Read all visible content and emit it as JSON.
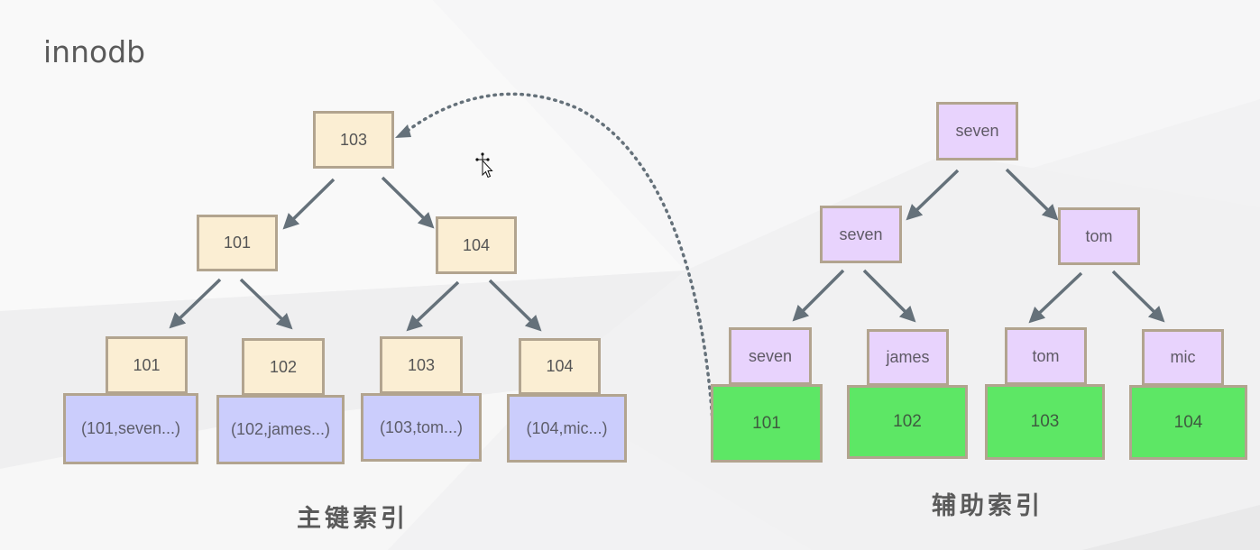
{
  "slide": {
    "title": "innodb",
    "primary_index": {
      "caption": "主键索引",
      "root": "103",
      "level2": [
        "101",
        "104"
      ],
      "leaves": [
        {
          "key": "101",
          "row": "(101,seven...)"
        },
        {
          "key": "102",
          "row": "(102,james...)"
        },
        {
          "key": "103",
          "row": "(103,tom...)"
        },
        {
          "key": "104",
          "row": "(104,mic...)"
        }
      ]
    },
    "secondary_index": {
      "caption": "辅助索引",
      "root": "seven",
      "level2": [
        "seven",
        "tom"
      ],
      "leaves": [
        {
          "key": "seven",
          "pk": "101"
        },
        {
          "key": "james",
          "pk": "102"
        },
        {
          "key": "tom",
          "pk": "103"
        },
        {
          "key": "mic",
          "pk": "104"
        }
      ]
    },
    "lookup_arrow": {
      "from": "secondary leaf 101",
      "to": "primary root 103",
      "style": "dotted"
    },
    "colors": {
      "primary_key_node": "#fbeed3",
      "row_node": "#cbcdfc",
      "secondary_key_node": "#e8d3fd",
      "pointer_node": "#5de765",
      "border": "#b2a48f",
      "arrow": "#65717a"
    }
  }
}
